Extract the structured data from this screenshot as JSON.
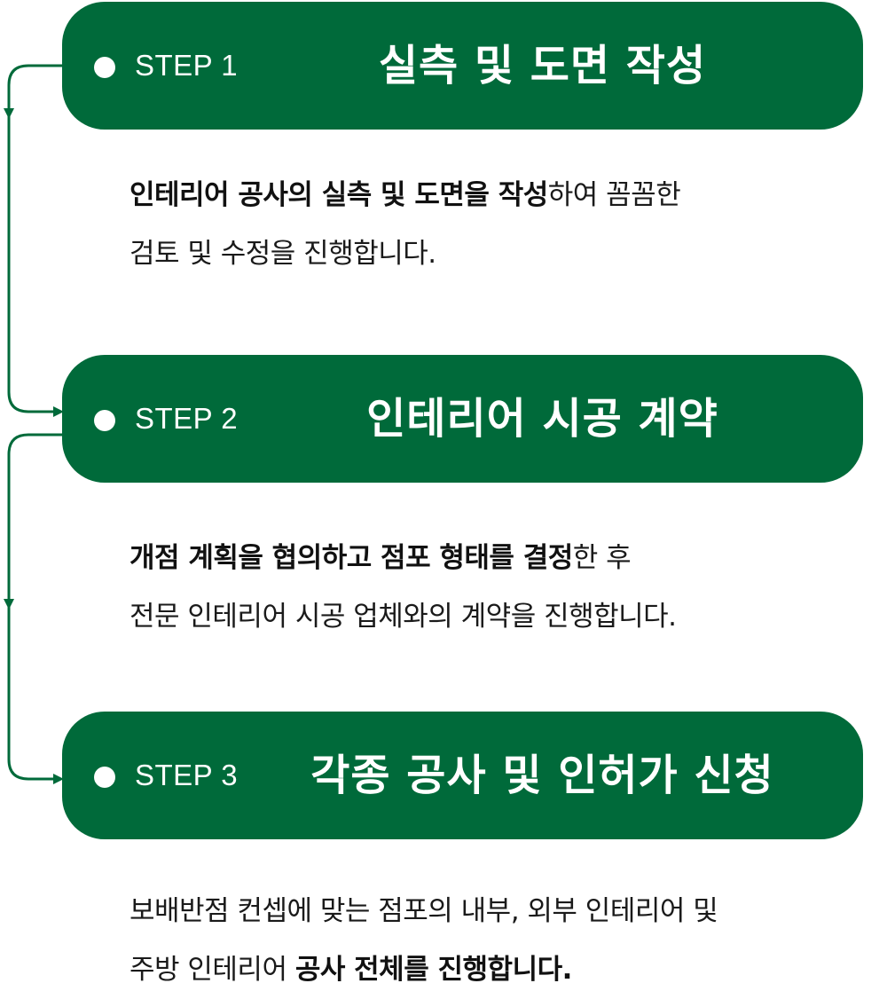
{
  "colors": {
    "pill_background": "#006a3a",
    "pill_text": "#ffffff",
    "connector": "#006a3a",
    "body_text": "#1a1a1a"
  },
  "steps": [
    {
      "label": "STEP 1",
      "title": "실측 및 도면 작성",
      "desc_line1_bold": "인테리어 공사의 실측 및 도면을 작성",
      "desc_line1_rest": "하여 꼼꼼한",
      "desc_line2": "검토 및 수정을 진행합니다."
    },
    {
      "label": "STEP 2",
      "title": "인테리어 시공 계약",
      "desc_line1_bold": "개점 계획을 협의하고 점포 형태를 결정",
      "desc_line1_rest": "한 후",
      "desc_line2": "전문 인테리어 시공 업체와의 계약을 진행합니다."
    },
    {
      "label": "STEP 3",
      "title": "각종 공사 및 인허가 신청",
      "desc_line1": "보배반점 컨셉에 맞는 점포의 내부, 외부 인테리어 및",
      "desc_line2_normal": "주방 인테리어 ",
      "desc_line2_bold": "공사 전체를 진행합니다."
    }
  ]
}
